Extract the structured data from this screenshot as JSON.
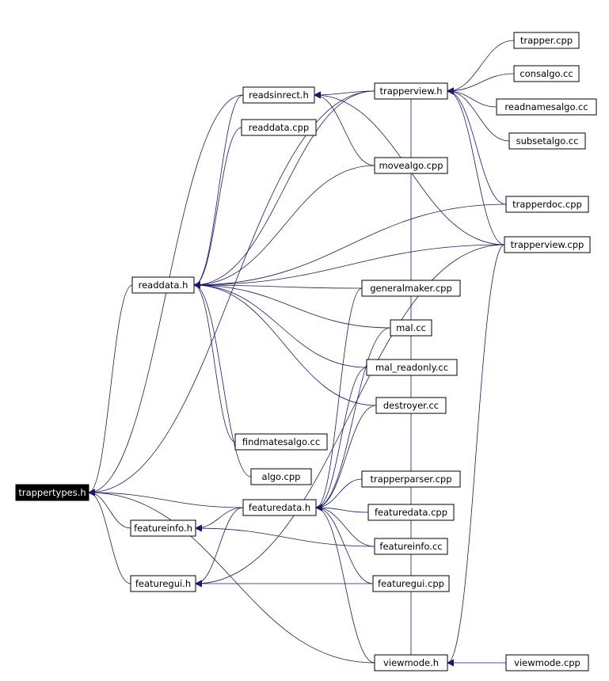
{
  "nodes": [
    {
      "id": "trappertypes_h",
      "label": "trappertypes.h",
      "root": true
    },
    {
      "id": "readdata_h",
      "label": "readdata.h"
    },
    {
      "id": "readsinrect_h",
      "label": "readsinrect.h"
    },
    {
      "id": "readdata_cpp",
      "label": "readdata.cpp"
    },
    {
      "id": "trapperview_h",
      "label": "trapperview.h"
    },
    {
      "id": "trapper_cpp",
      "label": "trapper.cpp"
    },
    {
      "id": "consalgo_cc",
      "label": "consalgo.cc"
    },
    {
      "id": "readnamesalgo_cc",
      "label": "readnamesalgo.cc"
    },
    {
      "id": "subsetalgo_cc",
      "label": "subsetalgo.cc"
    },
    {
      "id": "movealgo_cpp",
      "label": "movealgo.cpp"
    },
    {
      "id": "trapperdoc_cpp",
      "label": "trapperdoc.cpp"
    },
    {
      "id": "trapperview_cpp",
      "label": "trapperview.cpp"
    },
    {
      "id": "generalmaker_cpp",
      "label": "generalmaker.cpp"
    },
    {
      "id": "mal_cc",
      "label": "mal.cc"
    },
    {
      "id": "mal_readonly_cc",
      "label": "mal_readonly.cc"
    },
    {
      "id": "destroyer_cc",
      "label": "destroyer.cc"
    },
    {
      "id": "findmatesalgo_cc",
      "label": "findmatesalgo.cc"
    },
    {
      "id": "algo_cpp",
      "label": "algo.cpp"
    },
    {
      "id": "featuredata_h",
      "label": "featuredata.h"
    },
    {
      "id": "trapperparser_cpp",
      "label": "trapperparser.cpp"
    },
    {
      "id": "featuredata_cpp",
      "label": "featuredata.cpp"
    },
    {
      "id": "featureinfo_h",
      "label": "featureinfo.h"
    },
    {
      "id": "featureinfo_cc",
      "label": "featureinfo.cc"
    },
    {
      "id": "featuregui_h",
      "label": "featuregui.h"
    },
    {
      "id": "featuregui_cpp",
      "label": "featuregui.cpp"
    },
    {
      "id": "viewmode_h",
      "label": "viewmode.h"
    },
    {
      "id": "viewmode_cpp",
      "label": "viewmode.cpp"
    }
  ],
  "edges": [
    {
      "from": "trapper_cpp",
      "to": "trapperview_h"
    },
    {
      "from": "consalgo_cc",
      "to": "trapperview_h"
    },
    {
      "from": "readnamesalgo_cc",
      "to": "trapperview_h"
    },
    {
      "from": "subsetalgo_cc",
      "to": "trapperview_h"
    },
    {
      "from": "trapperdoc_cpp",
      "to": "trapperview_h"
    },
    {
      "from": "trapperview_cpp",
      "to": "trapperview_h"
    },
    {
      "from": "trapperview_h",
      "to": "readsinrect_h"
    },
    {
      "from": "movealgo_cpp",
      "to": "readsinrect_h"
    },
    {
      "from": "trapperview_cpp",
      "to": "readsinrect_h"
    },
    {
      "from": "readsinrect_h",
      "to": "readdata_h"
    },
    {
      "from": "readdata_cpp",
      "to": "readdata_h"
    },
    {
      "from": "trapperview_h",
      "to": "readdata_h"
    },
    {
      "from": "movealgo_cpp",
      "to": "readdata_h"
    },
    {
      "from": "trapperdoc_cpp",
      "to": "readdata_h"
    },
    {
      "from": "trapperview_cpp",
      "to": "readdata_h"
    },
    {
      "from": "generalmaker_cpp",
      "to": "readdata_h"
    },
    {
      "from": "mal_cc",
      "to": "readdata_h"
    },
    {
      "from": "mal_readonly_cc",
      "to": "readdata_h"
    },
    {
      "from": "destroyer_cc",
      "to": "readdata_h"
    },
    {
      "from": "findmatesalgo_cc",
      "to": "readdata_h"
    },
    {
      "from": "algo_cpp",
      "to": "readdata_h"
    },
    {
      "from": "readdata_h",
      "to": "trappertypes_h"
    },
    {
      "from": "readsinrect_h",
      "to": "trappertypes_h"
    },
    {
      "from": "trapperview_h",
      "to": "trappertypes_h"
    },
    {
      "from": "featuredata_h",
      "to": "trappertypes_h"
    },
    {
      "from": "featureinfo_h",
      "to": "trappertypes_h"
    },
    {
      "from": "featuregui_h",
      "to": "trappertypes_h"
    },
    {
      "from": "viewmode_h",
      "to": "trappertypes_h"
    },
    {
      "from": "generalmaker_cpp",
      "to": "featuredata_h"
    },
    {
      "from": "mal_cc",
      "to": "featuredata_h"
    },
    {
      "from": "mal_readonly_cc",
      "to": "featuredata_h"
    },
    {
      "from": "destroyer_cc",
      "to": "featuredata_h"
    },
    {
      "from": "trapperparser_cpp",
      "to": "featuredata_h"
    },
    {
      "from": "featuredata_cpp",
      "to": "featuredata_h"
    },
    {
      "from": "featureinfo_cc",
      "to": "featuredata_h"
    },
    {
      "from": "featuregui_cpp",
      "to": "featuredata_h"
    },
    {
      "from": "viewmode_h",
      "to": "featuredata_h"
    },
    {
      "from": "featuredata_h",
      "to": "featureinfo_h"
    },
    {
      "from": "featureinfo_cc",
      "to": "featureinfo_h"
    },
    {
      "from": "featuredata_h",
      "to": "featuregui_h"
    },
    {
      "from": "featuregui_cpp",
      "to": "featuregui_h"
    },
    {
      "from": "trapperview_cpp",
      "to": "featuregui_h"
    },
    {
      "from": "viewmode_cpp",
      "to": "viewmode_h"
    },
    {
      "from": "trapperview_h",
      "to": "viewmode_h"
    },
    {
      "from": "trapperview_cpp",
      "to": "viewmode_h"
    }
  ]
}
